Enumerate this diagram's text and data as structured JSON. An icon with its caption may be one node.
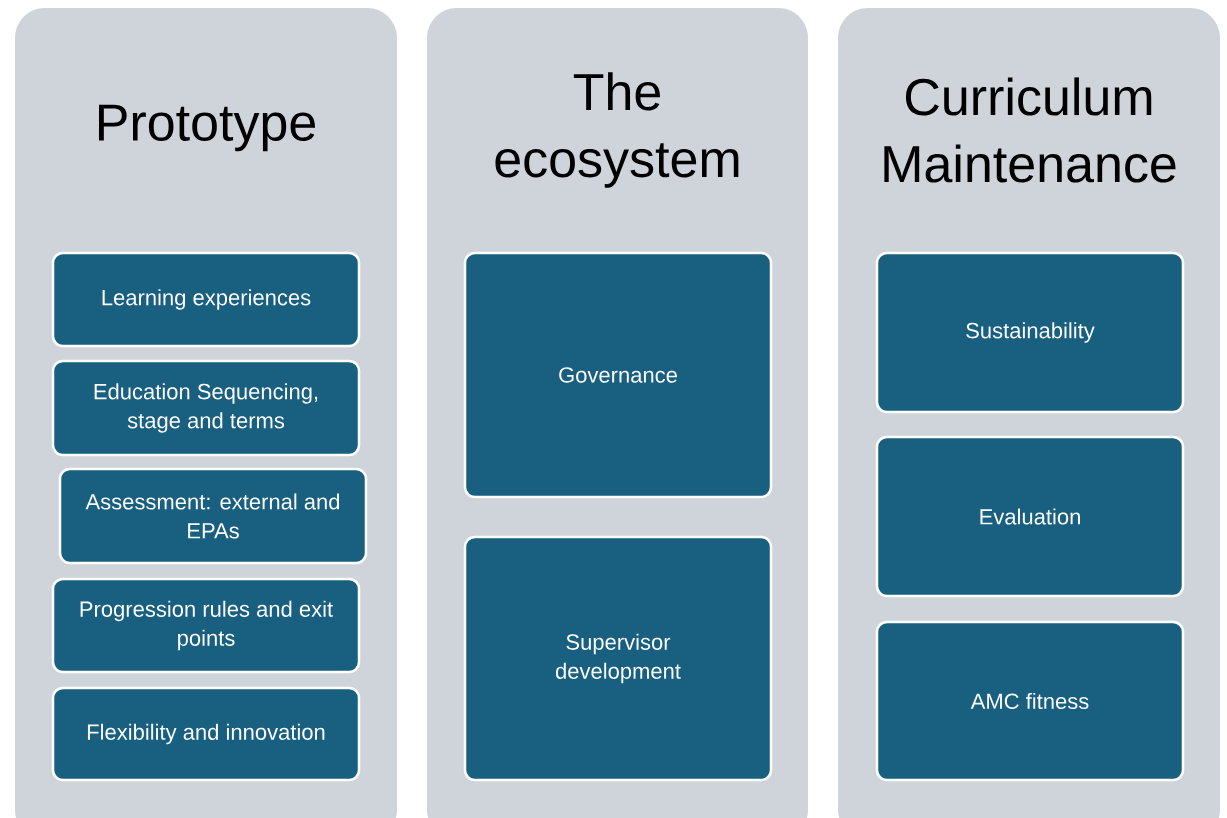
{
  "diagram": {
    "nodes": [
      {
        "text": [
          "Prototype"
        ]
      },
      {
        "text": [
          "Learning experiences"
        ],
        "in": 0
      },
      {
        "text": [
          "Education Sequencing, stage and terms"
        ],
        "in": 0
      },
      {
        "text": [
          "Assessment: external and EPAs"
        ],
        "in": 0
      },
      {
        "text": [
          "Progression rules and exit points"
        ],
        "in": 0
      },
      {
        "text": [
          "Flexibility and innovation"
        ],
        "in": 0
      },
      {
        "text": [
          "The ecosystem"
        ]
      },
      {
        "text": [
          "Governance"
        ],
        "in": 6
      },
      {
        "text": [
          "Supervisor development"
        ],
        "in": 6
      },
      {
        "text": [
          "Curriculum Maintenance"
        ]
      },
      {
        "text": [
          "Sustainability"
        ],
        "in": 9
      },
      {
        "text": [
          "Evaluation"
        ],
        "in": 9
      },
      {
        "text": [
          "AMC fitness"
        ],
        "in": 9
      }
    ]
  }
}
